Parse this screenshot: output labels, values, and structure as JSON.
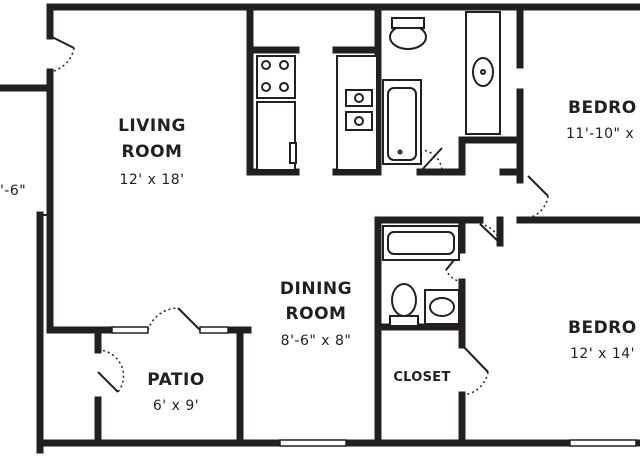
{
  "rooms": {
    "living": {
      "name_line1": "LIVING",
      "name_line2": "ROOM",
      "size": "12' x 18'"
    },
    "dining": {
      "name_line1": "DINING",
      "name_line2": "ROOM",
      "size": "8'-6\" x 8\""
    },
    "patio": {
      "name": "PATIO",
      "size": "6' x 9'"
    },
    "closet": {
      "name": "CLOSET"
    },
    "bedroom1": {
      "name": "BEDRO",
      "size": "11'-10\" x"
    },
    "bedroom2": {
      "name": "BEDRO",
      "size": "12' x 14'"
    },
    "left_partial": {
      "size": "'-6\""
    }
  }
}
